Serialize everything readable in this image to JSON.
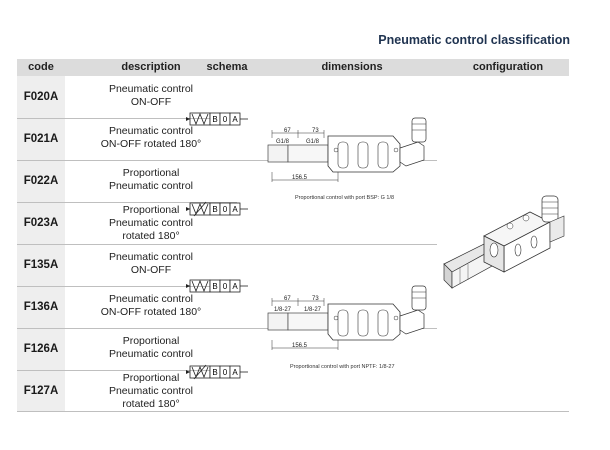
{
  "title": "Pneumatic control classification",
  "headers": [
    "code",
    "description",
    "schema",
    "dimensions",
    "configuration"
  ],
  "rows": [
    {
      "code": "F020A",
      "desc": [
        "Pneumatic control",
        "ON-OFF"
      ]
    },
    {
      "code": "F021A",
      "desc": [
        "Pneumatic control",
        "ON-OFF rotated 180°"
      ]
    },
    {
      "code": "F022A",
      "desc": [
        "Proportional",
        "Pneumatic control"
      ]
    },
    {
      "code": "F023A",
      "desc": [
        "Proportional",
        "Pneumatic control",
        "rotated 180°"
      ]
    },
    {
      "code": "F135A",
      "desc": [
        "Pneumatic control",
        "ON-OFF"
      ]
    },
    {
      "code": "F136A",
      "desc": [
        "Pneumatic control",
        "ON-OFF rotated 180°"
      ]
    },
    {
      "code": "F126A",
      "desc": [
        "Proportional",
        "Pneumatic control"
      ]
    },
    {
      "code": "F127A",
      "desc": [
        "Proportional",
        "Pneumatic control",
        "rotated 180°"
      ]
    }
  ],
  "schema_labels": {
    "b": "B",
    "zero": "0",
    "a": "A"
  },
  "drawings": [
    {
      "dim1": "67",
      "dim2": "73",
      "port1": "G1/8",
      "port2": "G1/8",
      "length": "156.5",
      "caption": "Proportional control with port BSP: G 1/8"
    },
    {
      "dim1": "67",
      "dim2": "73",
      "port1": "1/8-27",
      "port2": "1/8-27",
      "length": "156.5",
      "caption": "Proportional control with port NPTF: 1/8-27"
    }
  ]
}
